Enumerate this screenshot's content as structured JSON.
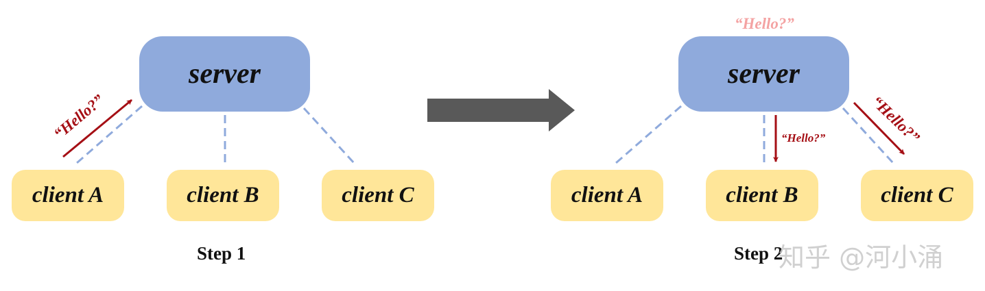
{
  "colors": {
    "server_fill": "#8faadc",
    "client_fill": "#ffe699",
    "connection_line": "#8faadc",
    "message_arrow": "#a50f15",
    "message_text": "#a50f15",
    "broadcast_text": "#f4a3a3",
    "transition_arrow": "#595959"
  },
  "step1": {
    "server": "server",
    "clients": [
      "client A",
      "client B",
      "client C"
    ],
    "message": "“Hello?”",
    "label": "Step 1"
  },
  "step2": {
    "server": "server",
    "server_message": "“Hello?”",
    "clients": [
      "client A",
      "client B",
      "client C"
    ],
    "message_to_b": "“Hello?”",
    "message_to_c": "“Hello?”",
    "label": "Step 2"
  },
  "watermark": "知乎 @河小涌"
}
